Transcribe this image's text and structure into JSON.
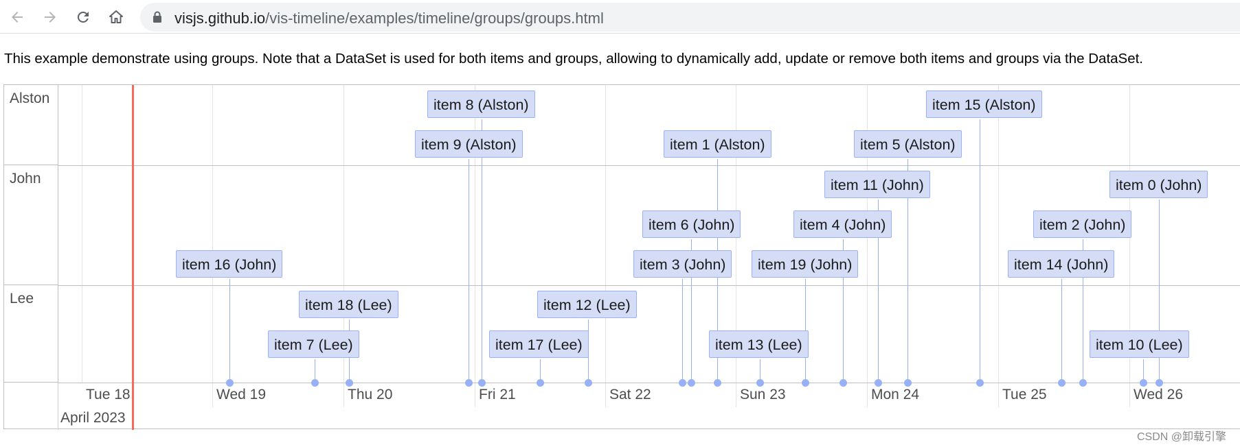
{
  "browser": {
    "url_host": "visjs.github.io",
    "url_path": "/vis-timeline/examples/timeline/groups/groups.html"
  },
  "description": "This example demonstrate using groups. Note that a DataSet is used for both items and groups, allowing to dynamically add, update or remove both items and groups via the DataSet.",
  "timeline": {
    "groups": [
      "Alston",
      "John",
      "Lee"
    ],
    "minor_labels": [
      "Tue 18",
      "Wed 19",
      "Thu 20",
      "Fri 21",
      "Sat 22",
      "Sun 23",
      "Mon 24",
      "Tue 25",
      "Wed 26"
    ],
    "major_label": "April 2023",
    "items": [
      {
        "label": "item 8 (Alston)",
        "group": "Alston"
      },
      {
        "label": "item 15 (Alston)",
        "group": "Alston"
      },
      {
        "label": "item 9 (Alston)",
        "group": "Alston"
      },
      {
        "label": "item 1 (Alston)",
        "group": "Alston"
      },
      {
        "label": "item 5 (Alston)",
        "group": "Alston"
      },
      {
        "label": "item 11 (John)",
        "group": "John"
      },
      {
        "label": "item 0 (John)",
        "group": "John"
      },
      {
        "label": "item 6 (John)",
        "group": "John"
      },
      {
        "label": "item 4 (John)",
        "group": "John"
      },
      {
        "label": "item 2 (John)",
        "group": "John"
      },
      {
        "label": "item 16 (John)",
        "group": "John"
      },
      {
        "label": "item 3 (John)",
        "group": "John"
      },
      {
        "label": "item 19 (John)",
        "group": "John"
      },
      {
        "label": "item 14 (John)",
        "group": "John"
      },
      {
        "label": "item 18 (Lee)",
        "group": "Lee"
      },
      {
        "label": "item 12 (Lee)",
        "group": "Lee"
      },
      {
        "label": "item 7 (Lee)",
        "group": "Lee"
      },
      {
        "label": "item 17 (Lee)",
        "group": "Lee"
      },
      {
        "label": "item 13 (Lee)",
        "group": "Lee"
      },
      {
        "label": "item 10 (Lee)",
        "group": "Lee"
      }
    ]
  },
  "watermark": "CSDN @卸载引擎",
  "colors": {
    "item_bg": "#d5ddf6",
    "item_border": "#97b0f8",
    "current_time": "#f26b5b"
  }
}
